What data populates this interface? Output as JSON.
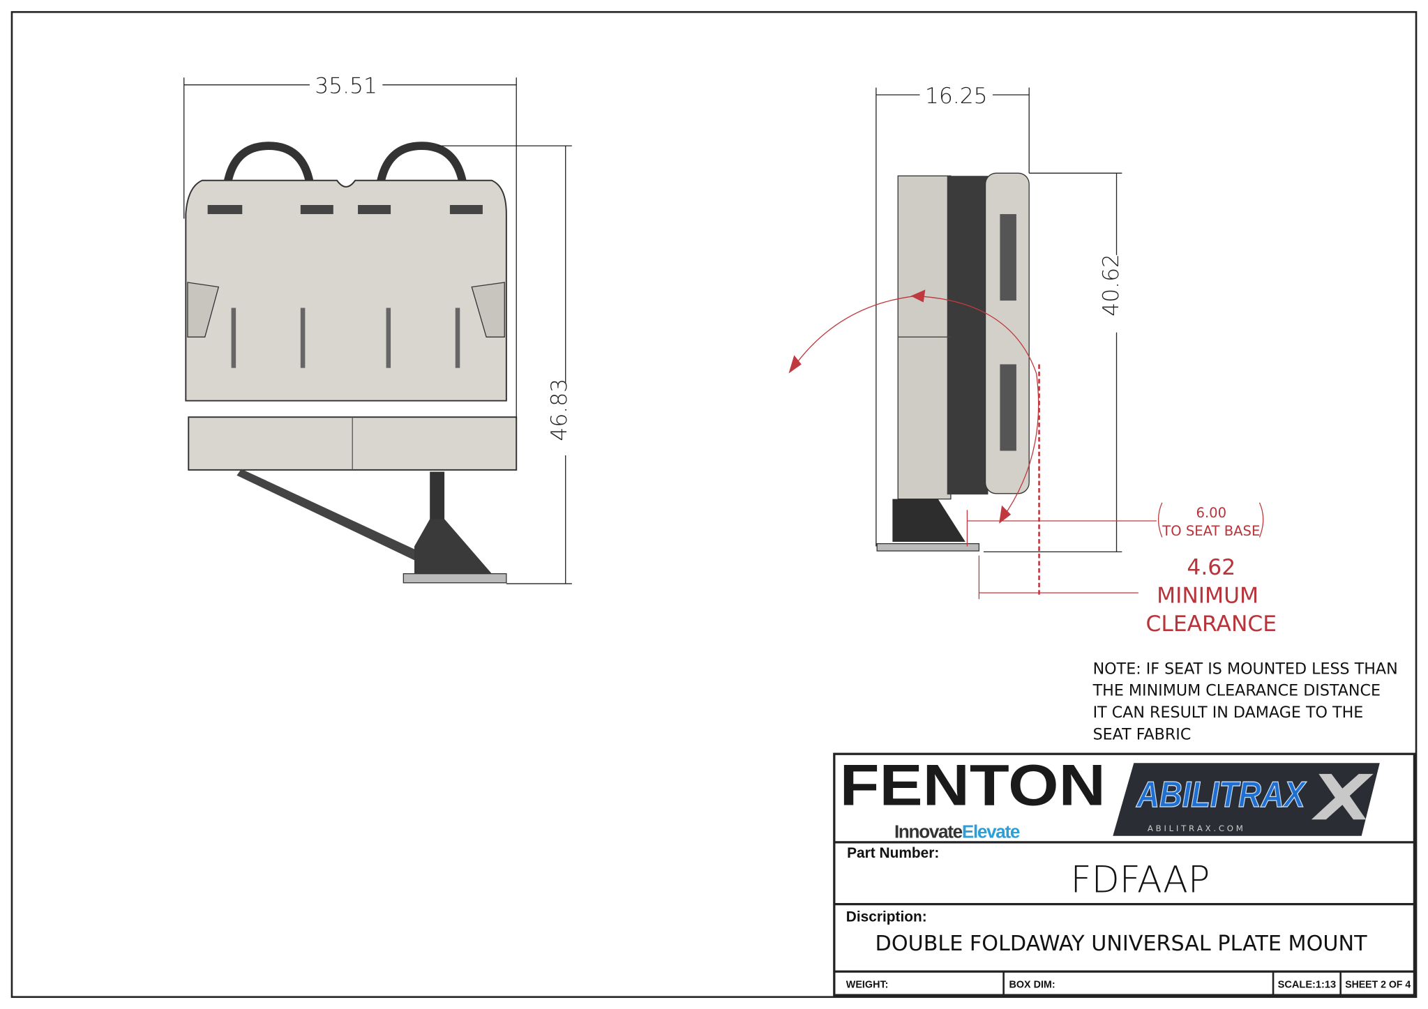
{
  "front_view": {
    "width_dim": "35.51",
    "height_dim": "46.83"
  },
  "side_view": {
    "depth_dim": "16.25",
    "height_dim": "40.62",
    "seat_base_dim": "6.00",
    "seat_base_label": "TO SEAT BASE",
    "clearance_dim": "4.62",
    "clearance_label_1": "MINIMUM",
    "clearance_label_2": "CLEARANCE"
  },
  "note": [
    "NOTE: IF SEAT IS MOUNTED LESS THAN",
    "THE MINIMUM CLEARANCE DISTANCE",
    "IT CAN RESULT IN DAMAGE TO THE",
    "SEAT FABRIC"
  ],
  "title_block": {
    "logo_fenton": "FENTON",
    "tagline_innovate": "Innovate",
    "tagline_elevate": "Elevate",
    "logo_abilitrax": "ABILITRAX",
    "logo_abilitrax_url": "A B I L I T R A X . C O M",
    "part_number_label": "Part Number:",
    "part_number": "FDFAAP",
    "description_label": "Discription:",
    "description": "DOUBLE FOLDAWAY UNIVERSAL PLATE MOUNT",
    "weight_label": "WEIGHT:",
    "box_dim_label": "BOX DIM:",
    "scale": "SCALE:1:13",
    "sheet": "SHEET 2 OF 4"
  },
  "colors": {
    "annotation_red": "#c0393f",
    "elevate_blue": "#2a9fd8",
    "abilitrax_blue": "#1f6fd0"
  }
}
